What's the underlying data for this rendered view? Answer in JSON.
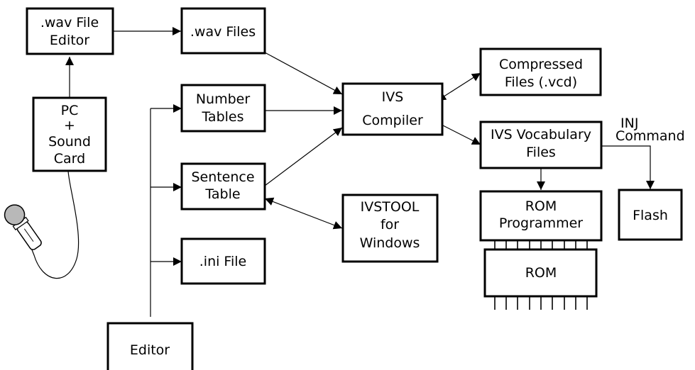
{
  "diagram": {
    "nodes": {
      "wav_editor": {
        "lines": [
          ".wav File",
          "Editor"
        ]
      },
      "pc": {
        "lines": [
          "PC",
          "+",
          "Sound",
          "Card"
        ]
      },
      "wav_files": {
        "lines": [
          ".wav Files"
        ]
      },
      "number_tables": {
        "lines": [
          "Number",
          "Tables"
        ]
      },
      "sentence_table": {
        "lines": [
          "Sentence",
          "Table"
        ]
      },
      "ini_file": {
        "lines": [
          ".ini File"
        ]
      },
      "editor": {
        "lines": [
          "Editor"
        ]
      },
      "ivs_compiler": {
        "lines": [
          "IVS",
          "Compiler"
        ]
      },
      "compressed_files": {
        "lines": [
          "Compressed",
          "Files (.vcd)"
        ]
      },
      "ivs_vocab": {
        "lines": [
          "IVS Vocabulary",
          "Files"
        ]
      },
      "ivstool": {
        "lines": [
          "IVSTOOL",
          "for",
          "Windows"
        ]
      },
      "rom_programmer": {
        "lines": [
          "ROM",
          "Programmer"
        ]
      },
      "rom": {
        "lines": [
          "ROM"
        ]
      },
      "flash": {
        "lines": [
          "Flash"
        ]
      }
    },
    "annotations": {
      "inj_command": {
        "lines": [
          "INJ",
          "Command"
        ]
      }
    },
    "colors": {
      "stroke": "#000000",
      "background": "#ffffff"
    },
    "icons": {
      "microphone": "microphone-icon"
    }
  }
}
